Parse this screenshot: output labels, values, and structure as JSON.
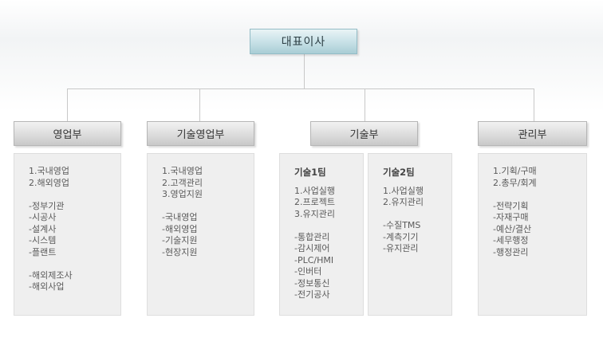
{
  "ceo": {
    "label": "대표이사"
  },
  "departments": {
    "sales": {
      "label": "영업부",
      "groups": [
        [
          "1.국내영업",
          "2.해외영업"
        ],
        [
          "-정부기관",
          "-시공사",
          "-설계사",
          "-시스템",
          "-플랜트"
        ],
        [
          "-해외제조사",
          "-해외사업"
        ]
      ]
    },
    "tech_sales": {
      "label": "기술영업부",
      "groups": [
        [
          "1.국내영업",
          "2.고객관리",
          "3.영업지원"
        ],
        [
          "-국내영업",
          "-해외영업",
          "-기술지원",
          "-현장지원"
        ]
      ]
    },
    "tech": {
      "label": "기술부",
      "team1": {
        "title": "기술1팀",
        "groups": [
          [
            "1.사업실행",
            "2.프로젝트",
            "3.유지관리"
          ],
          [
            "-통합관리",
            "-감시제어",
            "-PLC/HMI",
            "-인버터",
            "-정보통신",
            "-전기공사"
          ]
        ]
      },
      "team2": {
        "title": "기술2팀",
        "groups": [
          [
            "1.사업실행",
            "2.유지관리"
          ],
          [
            "-수질TMS",
            "-계측기기",
            "-유지관리"
          ]
        ]
      }
    },
    "admin": {
      "label": "관리부",
      "groups": [
        [
          "1.기획/구매",
          "2.총무/회계"
        ],
        [
          "-전략기획",
          "-자재구매",
          "-예산/결산",
          "-세무행정",
          "-행정관리"
        ]
      ]
    }
  }
}
